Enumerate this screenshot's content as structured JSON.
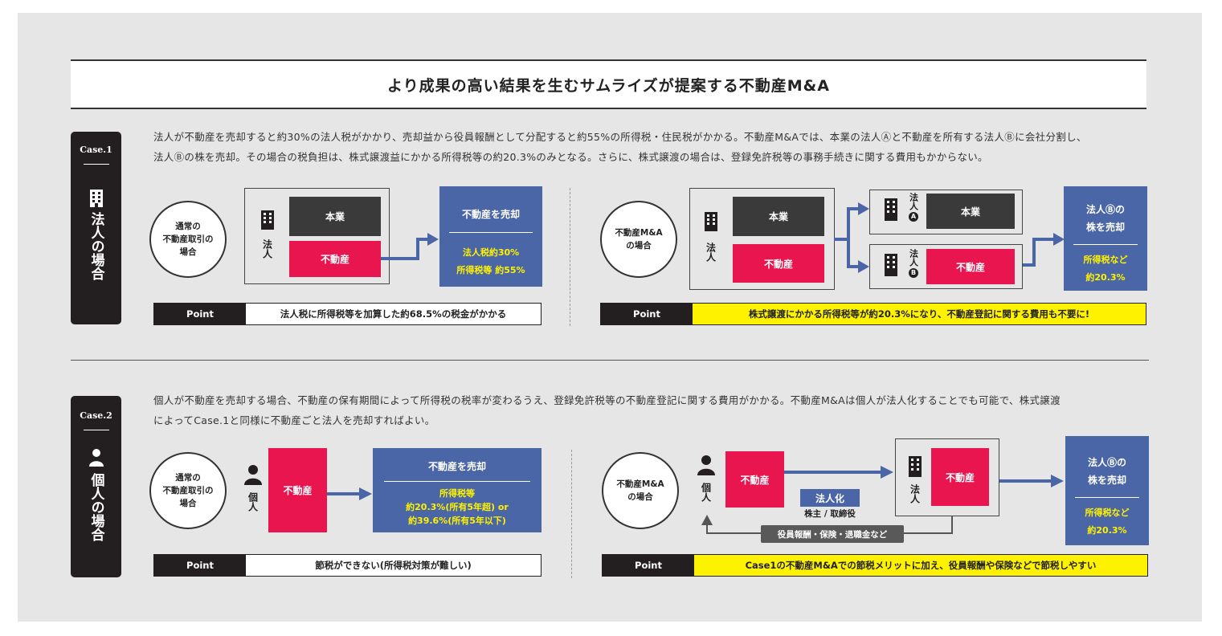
{
  "title": "より成果の高い結果を生むサムライズが提案する不動産M&A",
  "case1": {
    "badge": "Case.1",
    "heading": "法人の場合",
    "description_line1": "法人が不動産を売却すると約30%の法人税がかかり、売却益から役員報酬として分配すると約55%の所得税・住民税がかかる。不動産M&Aでは、本業の法人Ⓐと不動産を所有する法人Ⓑに会社分割し、",
    "description_line2": "法人Ⓑの株を売却。その場合の税負担は、株式譲渡益にかかる所得税等の約20.3%のみとなる。さらに、株式譲渡の場合は、登録免許税等の事務手続きに関する費用もかからない。",
    "left": {
      "circle": "通常の\n不動産取引の\n場合",
      "entity": "法人",
      "box_business": "本業",
      "box_realestate": "不動産",
      "result_title": "不動産を売却",
      "result_line1": "法人税約30%",
      "result_line2": "所得税等 約55%",
      "point_label": "Point",
      "point_text": "法人税に所得税等を加算した約68.5%の税金がかかる"
    },
    "right": {
      "circle": "不動産M&A\nの場合",
      "entity": "法人",
      "box_business": "本業",
      "box_realestate": "不動産",
      "corp_a_label": "法人",
      "corp_a_mark": "A",
      "corp_a_box": "本業",
      "corp_b_label": "法人",
      "corp_b_mark": "B",
      "corp_b_box": "不動産",
      "result_title_line1": "法人Ⓑの",
      "result_title_line2": "株を売却",
      "result_line1": "所得税など",
      "result_line2": "約20.3%",
      "point_label": "Point",
      "point_text": "株式譲渡にかかる所得税等が約20.3%になり、不動産登記に関する費用も不要に!"
    }
  },
  "case2": {
    "badge": "Case.2",
    "heading": "個人の場合",
    "description_line1": "個人が不動産を売却する場合、不動産の保有期間によって所得税の税率が変わるうえ、登録免許税等の不動産登記に関する費用がかかる。不動産M&Aは個人が法人化することでも可能で、株式譲渡",
    "description_line2": "によってCase.1と同様に不動産ごと法人を売却すればよい。",
    "left": {
      "circle": "通常の\n不動産取引の\n場合",
      "entity": "個人",
      "box_realestate": "不動産",
      "result_title": "不動産を売却",
      "result_line1": "所得税等",
      "result_line2": "約20.3%(所有5年超) or",
      "result_line3": "約39.6%(所有5年以下)",
      "point_label": "Point",
      "point_text": "節税ができない(所得税対策が難しい)"
    },
    "right": {
      "circle": "不動産M&A\nの場合",
      "entity": "個人",
      "box_realestate": "不動産",
      "incorporate": "法人化",
      "role": "株主 / 取締役",
      "corp_label": "法人",
      "corp_box": "不動産",
      "return_flow": "役員報酬・保険・退職金など",
      "result_title_line1": "法人Ⓑの",
      "result_title_line2": "株を売却",
      "result_line1": "所得税など",
      "result_line2": "約20.3%",
      "point_label": "Point",
      "point_text": "Case1の不動産M&Aでの節税メリットに加え、役員報酬や保険などで節税しやすい"
    }
  }
}
